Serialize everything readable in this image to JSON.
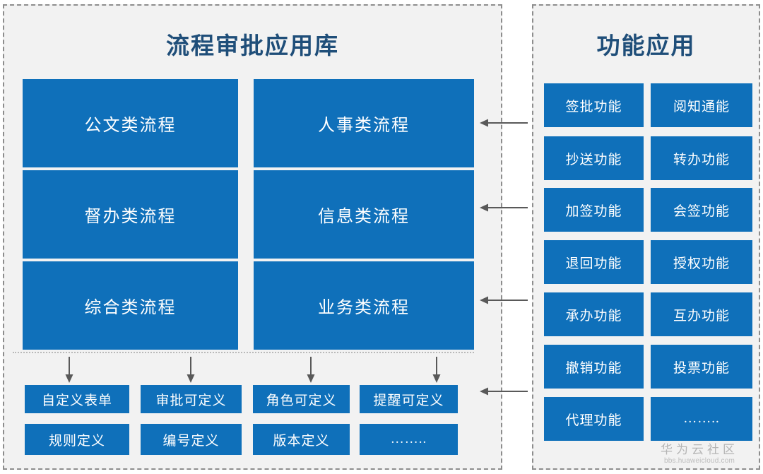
{
  "left_panel": {
    "title": "流程审批应用库",
    "flow_tiles": [
      {
        "label": "公文类流程",
        "col": "a",
        "row": 1
      },
      {
        "label": "人事类流程",
        "col": "b",
        "row": 1
      },
      {
        "label": "督办类流程",
        "col": "a",
        "row": 2
      },
      {
        "label": "信息类流程",
        "col": "b",
        "row": 2
      },
      {
        "label": "综合类流程",
        "col": "a",
        "row": 3
      },
      {
        "label": "业务类流程",
        "col": "b",
        "row": 3
      }
    ],
    "definition_chips_row1": [
      "自定义表单",
      "审批可定义",
      "角色可定义",
      "提醒可定义"
    ],
    "definition_chips_row2": [
      "规则定义",
      "编号定义",
      "版本定义",
      "…….."
    ]
  },
  "right_panel": {
    "title": "功能应用",
    "function_tiles": [
      [
        "签批功能",
        "阅知通能"
      ],
      [
        "抄送功能",
        "转办功能"
      ],
      [
        "加签功能",
        "会签功能"
      ],
      [
        "退回功能",
        "授权功能"
      ],
      [
        "承办功能",
        "互办功能"
      ],
      [
        "撤销功能",
        "投票功能"
      ],
      [
        "代理功能",
        "…….."
      ]
    ]
  },
  "connectors": {
    "down_arrow_count": 4,
    "link_arrow_count": 4,
    "arrow_icon": "arrow-left-icon",
    "down_arrow_icon": "arrow-down-icon"
  },
  "watermark": {
    "title": "华为云社区",
    "url": "bbs.huaweicloud.com"
  },
  "colors": {
    "tile_blue": "#0f70ba",
    "title_navy": "#1f4e79",
    "panel_bg": "#f2f2f2",
    "panel_border": "#8d8d8d",
    "arrow_gray": "#595959"
  }
}
